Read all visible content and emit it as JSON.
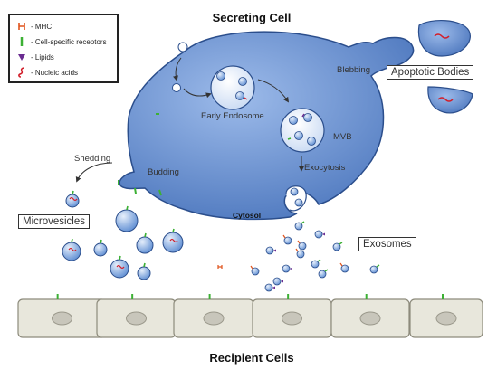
{
  "legend": {
    "items": [
      {
        "icon": "mhc-icon",
        "label": "- MHC",
        "color": "#e0531c"
      },
      {
        "icon": "receptor-icon",
        "label": "- Cell-specific receptors",
        "color": "#3cb034"
      },
      {
        "icon": "lipid-icon",
        "label": "- Lipids",
        "color": "#6a2c91"
      },
      {
        "icon": "nucleic-acid-icon",
        "label": "- Nucleic acids",
        "color": "#d21f2b"
      }
    ]
  },
  "labels": {
    "secreting_cell": "Secreting Cell",
    "apoptotic_bodies": "Apoptotic Bodies",
    "blebbing": "Blebbing",
    "early_endosome": "Early Endosome",
    "mvb": "MVB",
    "exocytosis": "Exocytosis",
    "shedding": "Shedding",
    "budding": "Budding",
    "cytosol": "Cytosol",
    "microvesicles": "Microvesicles",
    "exosomes": "Exosomes",
    "recipient_cells": "Recipient Cells"
  },
  "colors": {
    "cell_fill": "#6d95d2",
    "cell_stroke": "#2b4e8c",
    "vesicle_fill": "#8fb2e6",
    "recipient_fill": "#e8e7dc",
    "recipient_stroke": "#8d8b7c",
    "nucleus_fill": "#c8c6bb"
  }
}
